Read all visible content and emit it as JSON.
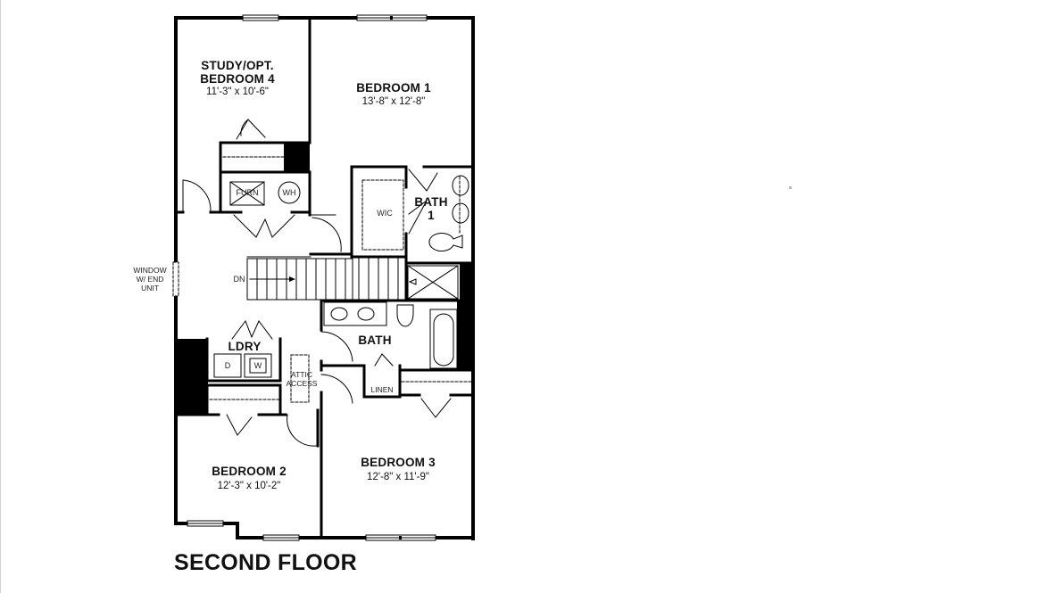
{
  "plan": {
    "title": "SECOND FLOOR",
    "rooms": {
      "study": {
        "name_line1": "STUDY/OPT.",
        "name_line2": "BEDROOM 4",
        "dimensions": "11'-3\" x 10'-6\""
      },
      "bedroom1": {
        "name": "BEDROOM 1",
        "dimensions": "13'-8\" x 12'-8\""
      },
      "bedroom2": {
        "name": "BEDROOM 2",
        "dimensions": "12'-3\" x 10'-2\""
      },
      "bedroom3": {
        "name": "BEDROOM 3",
        "dimensions": "12'-8\" x 11'-9\""
      },
      "bath1": {
        "name_line1": "BATH",
        "name_line2": "1"
      },
      "bath": {
        "name": "BATH"
      },
      "laundry": {
        "name": "LDRY"
      }
    },
    "fixtures": {
      "furnace": "FURN",
      "water_heater": "WH",
      "walk_in_closet": "WIC",
      "dryer": "D",
      "washer": "W",
      "linen": "LINEN",
      "stairs_direction": "DN",
      "attic_line1": "ATTIC",
      "attic_line2": "ACCESS"
    },
    "annotations": {
      "window_line1": "WINDOW",
      "window_line2": "W/ END",
      "window_line3": "UNIT"
    },
    "colors": {
      "wall": "#000000",
      "background": "#ffffff",
      "line": "#222222"
    }
  }
}
